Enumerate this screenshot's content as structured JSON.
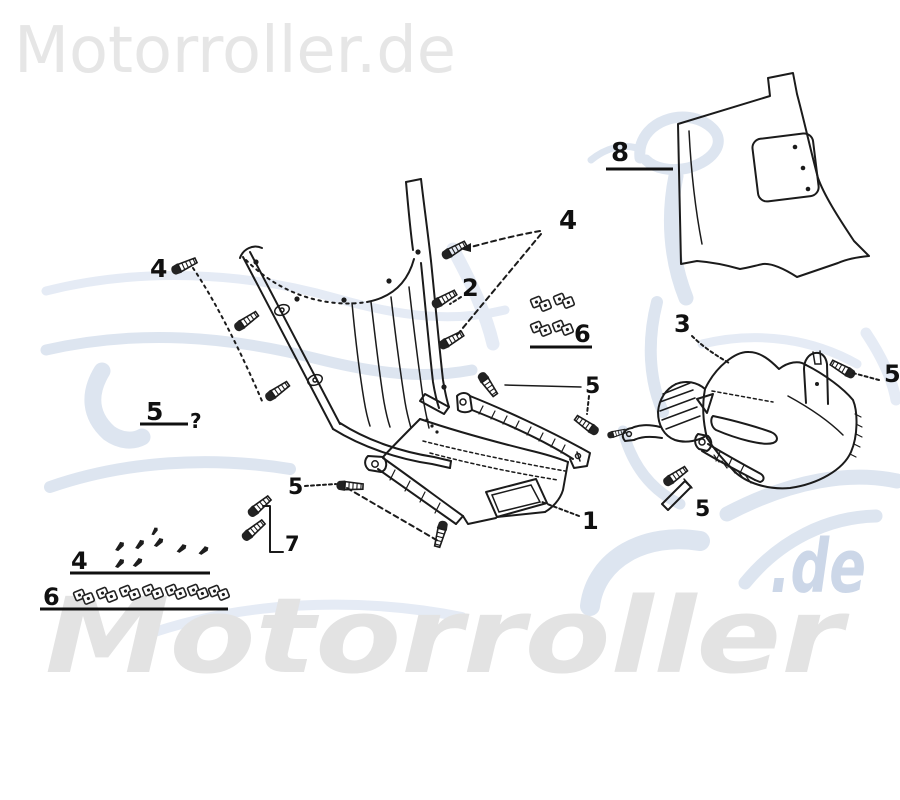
{
  "watermarks": {
    "header": "Motorroller.de",
    "footer_main": "Motorroller",
    "footer_suffix": ".de"
  },
  "diagram": {
    "type": "exploded-parts-line-drawing",
    "callouts": [
      {
        "id": "callout-8",
        "ref": "8",
        "underlined": true
      },
      {
        "id": "callout-4-upper",
        "ref": "4",
        "underlined": false
      },
      {
        "id": "callout-2",
        "ref": "2",
        "underlined": false
      },
      {
        "id": "callout-4-left",
        "ref": "4",
        "underlined": false
      },
      {
        "id": "callout-6-clips-right",
        "ref": "6",
        "underlined": true
      },
      {
        "id": "callout-3",
        "ref": "3",
        "underlined": false
      },
      {
        "id": "callout-5-far-right",
        "ref": "5",
        "underlined": false
      },
      {
        "id": "callout-5-mid",
        "ref": "5",
        "underlined": false
      },
      {
        "id": "callout-5-left",
        "ref": "5",
        "underlined": true
      },
      {
        "id": "uncertain-mark",
        "ref": "?",
        "underlined": false
      },
      {
        "id": "callout-5-lower-left",
        "ref": "5",
        "underlined": false
      },
      {
        "id": "callout-7",
        "ref": "7",
        "underlined": false
      },
      {
        "id": "callout-1",
        "ref": "1",
        "underlined": false
      },
      {
        "id": "callout-5-below-bracket",
        "ref": "5",
        "underlined": false
      },
      {
        "id": "callout-4-bottom",
        "ref": "4",
        "underlined": true
      },
      {
        "id": "callout-6-bottom",
        "ref": "6",
        "underlined": true
      }
    ]
  },
  "colors": {
    "background": "#ffffff",
    "line_art": "#1b1b1b",
    "callout_text": "#101010",
    "watermark_gray": "#e4e4e4",
    "watermark_blue": "#ccd7e8",
    "swirl_blue": "#dde5f0"
  }
}
